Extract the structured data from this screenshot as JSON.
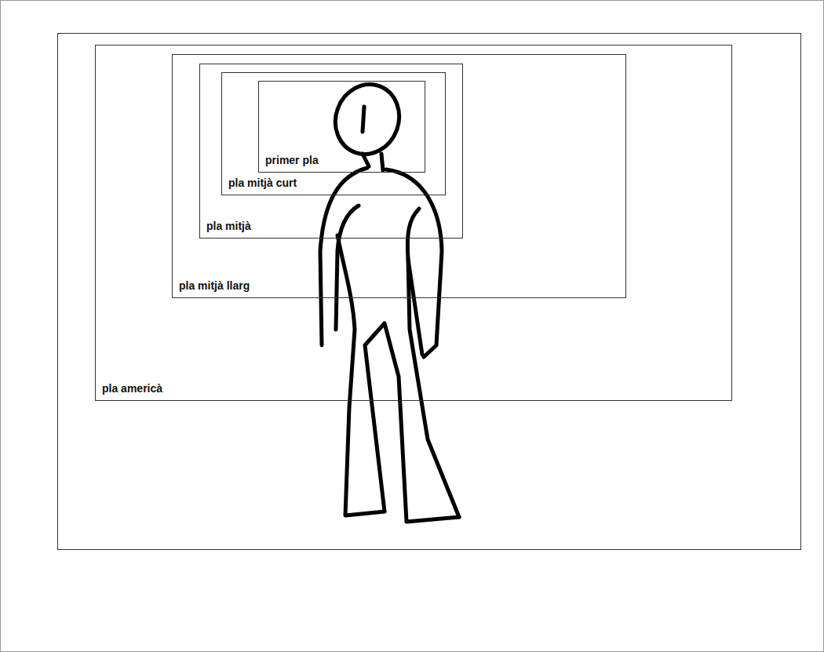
{
  "diagram": {
    "nodes": [
      {
        "text": [
          "pla americà"
        ]
      },
      {
        "text": [
          "pla mitjà llarg"
        ],
        "in": 0
      },
      {
        "text": [
          "pla mitjà"
        ],
        "in": 1
      },
      {
        "text": [
          "pla mitjà curt"
        ],
        "in": 2
      },
      {
        "text": [
          "primer pla"
        ],
        "in": 3
      }
    ]
  }
}
